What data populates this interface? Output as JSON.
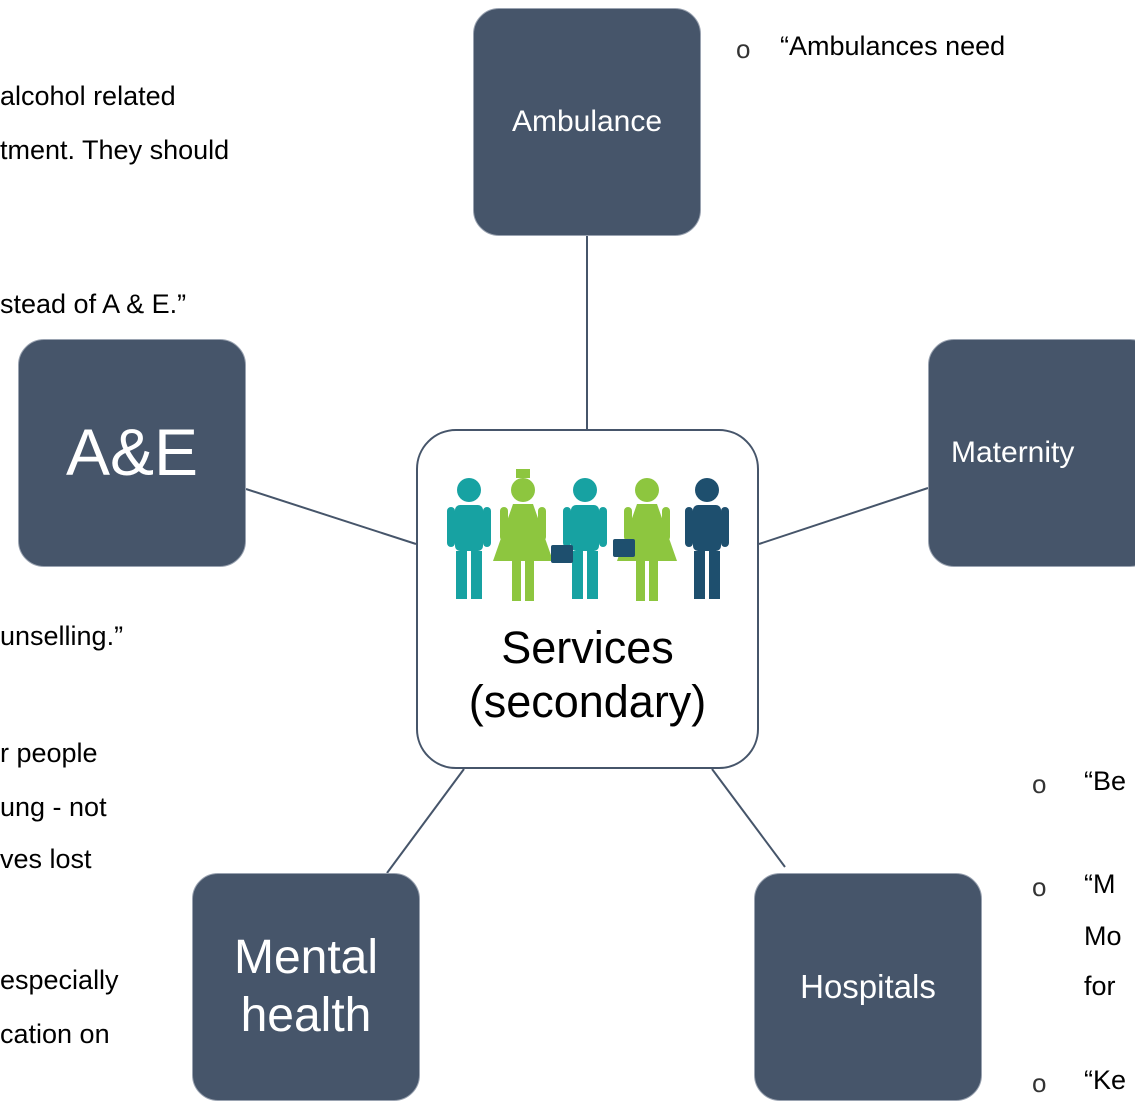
{
  "center": {
    "label": "Services\n(secondary)",
    "icon": "healthcare-staff-icon"
  },
  "nodes": {
    "ambulance": "Ambulance",
    "ae": "A&E",
    "maternity": "Maternity",
    "mental_health": "Mental\nhealth",
    "hospitals": "Hospitals"
  },
  "left_text": {
    "line1": "alcohol related",
    "line2": "tment. They should",
    "line3": "stead of A & E.”",
    "line4": "unselling.”",
    "line5": "r people",
    "line6": "ung - not",
    "line7": "ves lost",
    "line8": "especially",
    "line9": "cation on"
  },
  "right_text": {
    "ambulance_quote": "“Ambulances  need",
    "be": "“Be",
    "m": "“M",
    "mo": "Mo",
    "for": "for",
    "ke": "“Ke"
  },
  "bullet_char": "o",
  "colors": {
    "node_fill": "#46556a",
    "teal": "#17a2a2",
    "green": "#8dc63f",
    "navy": "#1e4f6e"
  }
}
